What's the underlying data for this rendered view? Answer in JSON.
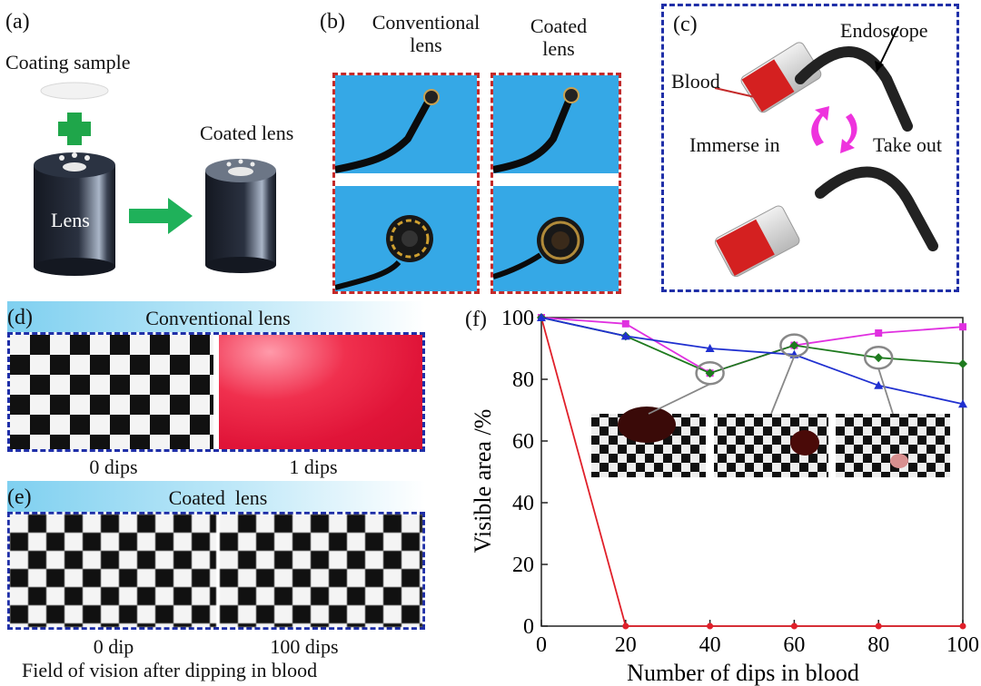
{
  "panel_a": {
    "label": "(a)",
    "coating_sample": "Coating sample",
    "lens_text": "Lens",
    "coated_lens": "Coated lens"
  },
  "panel_b": {
    "label": "(b)",
    "conventional": "Conventional\nlens",
    "coated": "Coated\nlens"
  },
  "panel_c": {
    "label": "(c)",
    "endoscope": "Endoscope",
    "blood": "Blood",
    "immerse_in": "Immerse in",
    "take_out": "Take out"
  },
  "panel_d": {
    "label": "(d)",
    "title": "Conventional lens",
    "left_caption": "0 dips",
    "right_caption": "1 dips"
  },
  "panel_e": {
    "label": "(e)",
    "title": "Coated  lens",
    "left_caption": "0 dip",
    "right_caption": "100 dips",
    "bottom_caption": "Field of vision after dipping in blood"
  },
  "panel_f": {
    "label": "(f)"
  },
  "colors": {
    "red_dash": "#c42a2a",
    "blue_dash": "#1f2fa8",
    "series_red": "#e0202a",
    "series_magenta": "#e030e0",
    "series_green": "#1e7a1e",
    "series_blue": "#2030d0"
  },
  "chart_data": {
    "type": "line",
    "xlabel": "Number of dips in blood",
    "ylabel": "Visible area /%",
    "xlim": [
      0,
      100
    ],
    "ylim": [
      0,
      100
    ],
    "xticks": [
      0,
      20,
      40,
      60,
      80,
      100
    ],
    "yticks": [
      0,
      20,
      40,
      60,
      80,
      100
    ],
    "x": [
      0,
      20,
      40,
      60,
      80,
      100
    ],
    "series": [
      {
        "color": "#e0202a",
        "marker": "circle",
        "values": [
          100,
          0,
          0,
          0,
          0,
          0
        ]
      },
      {
        "color": "#e030e0",
        "marker": "square",
        "values": [
          100,
          98,
          82,
          91,
          95,
          97
        ]
      },
      {
        "color": "#1e7a1e",
        "marker": "diamond",
        "values": [
          100,
          94,
          82,
          91,
          87,
          85
        ]
      },
      {
        "color": "#2030d0",
        "marker": "triangle",
        "values": [
          100,
          94,
          90,
          88,
          78,
          72
        ]
      }
    ],
    "highlighted_points": [
      40,
      60,
      80
    ],
    "grid": false
  }
}
